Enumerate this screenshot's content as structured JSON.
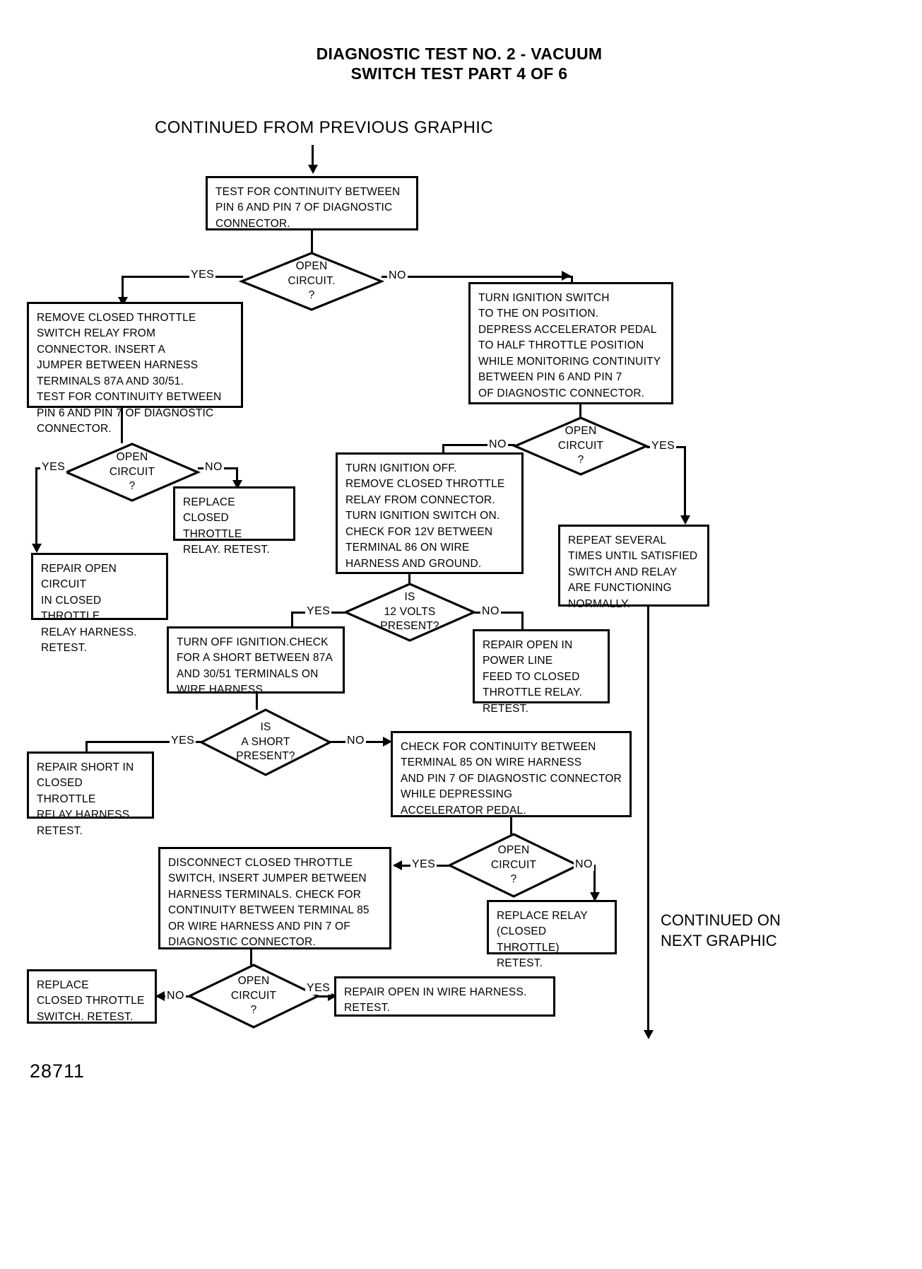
{
  "document": {
    "title": "DIAGNOSTIC TEST NO. 2 - VACUUM\nSWITCH TEST PART 4 OF 6",
    "entry_note": "CONTINUED FROM PREVIOUS GRAPHIC",
    "exit_note": "CONTINUED ON\nNEXT GRAPHIC",
    "figure_id": "28711"
  },
  "labels": {
    "yes": "YES",
    "no": "NO"
  },
  "nodes": {
    "n1_test_continuity": "TEST FOR CONTINUITY BETWEEN\nPIN 6 AND PIN 7 OF DIAGNOSTIC\nCONNECTOR.",
    "d1_open_circuit": "OPEN\nCIRCUIT.\n?",
    "n2_remove_relay": "REMOVE CLOSED THROTTLE\nSWITCH RELAY FROM\nCONNECTOR. INSERT A\nJUMPER BETWEEN HARNESS\nTERMINALS 87A AND 30/51.\nTEST FOR CONTINUITY BETWEEN\nPIN 6 AND PIN 7 OF DIAGNOSTIC\nCONNECTOR.",
    "n3_turn_ignition": "TURN IGNITION SWITCH\nTO THE ON POSITION.\nDEPRESS ACCELERATOR PEDAL\nTO HALF THROTTLE  POSITION\nWHILE MONITORING CONTINUITY\nBETWEEN PIN 6 AND PIN 7\nOF DIAGNOSTIC CONNECTOR.",
    "d2_open_circuit": "OPEN\nCIRCUIT\n?",
    "d3_open_circuit": "OPEN\nCIRCUIT\n?",
    "n4_replace_relay_retest": "REPLACE\nCLOSED THROTTLE\nRELAY. RETEST.",
    "n5_repair_open_harness": "REPAIR OPEN CIRCUIT\nIN CLOSED THROTTLE\nRELAY HARNESS.\nRETEST.",
    "n6_turn_ignition_off": "TURN IGNITION OFF.\nREMOVE CLOSED THROTTLE\nRELAY FROM CONNECTOR.\nTURN IGNITION SWITCH ON.\nCHECK FOR 12V BETWEEN\nTERMINAL 86 ON WIRE\nHARNESS AND GROUND.",
    "n7_repeat_several": "REPEAT SEVERAL\nTIMES UNTIL SATISFIED\nSWITCH AND RELAY\nARE FUNCTIONING\nNORMALLY.",
    "d4_12_volts": "IS\n12 VOLTS\nPRESENT?",
    "n8_turn_off_ignition_check": "TURN OFF IGNITION.CHECK\nFOR A SHORT BETWEEN 87A\nAND 30/51 TERMINALS ON\nWIRE HARNESS.",
    "n9_repair_open_power": "REPAIR OPEN IN\nPOWER LINE\nFEED TO CLOSED\nTHROTTLE RELAY.\nRETEST.",
    "d5_a_short": "IS\nA SHORT\nPRESENT?",
    "n10_repair_short": "REPAIR SHORT IN\nCLOSED THROTTLE\nRELAY HARNESS.\nRETEST.",
    "n11_check_continuity_85": "CHECK FOR CONTINUITY BETWEEN\nTERMINAL 85 ON WIRE HARNESS\nAND PIN 7 OF DIAGNOSTIC CONNECTOR\nWHILE DEPRESSING\nACCELERATOR PEDAL.",
    "d6_open_circuit": "OPEN\nCIRCUIT\n?",
    "n12_disconnect_switch": "DISCONNECT CLOSED THROTTLE\nSWITCH, INSERT JUMPER BETWEEN\nHARNESS TERMINALS. CHECK FOR\nCONTINUITY BETWEEN TERMINAL 85\nOR WIRE HARNESS AND PIN 7 OF\nDIAGNOSTIC CONNECTOR.",
    "n13_replace_relay_closed": "REPLACE RELAY\n(CLOSED THROTTLE)\nRETEST.",
    "d7_open_circuit": "OPEN\nCIRCUIT\n?",
    "n14_replace_switch": "REPLACE\nCLOSED THROTTLE\nSWITCH. RETEST.",
    "n15_repair_open_wire": "REPAIR OPEN IN WIRE HARNESS.\nRETEST."
  },
  "style": {
    "ink": "#000000",
    "paper": "#ffffff"
  }
}
